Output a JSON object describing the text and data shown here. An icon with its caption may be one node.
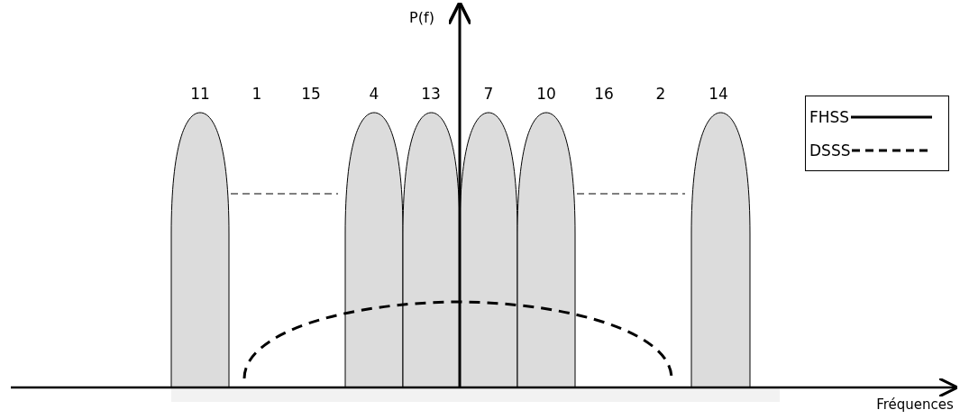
{
  "diagram": {
    "labels": [
      "P(f)",
      "11",
      "1",
      "15",
      "4",
      "13",
      "7",
      "10",
      "16",
      "2",
      "14",
      "Fréquences"
    ],
    "legend": [
      {
        "text": "FHSS"
      },
      {
        "text": "DSSS"
      }
    ]
  }
}
